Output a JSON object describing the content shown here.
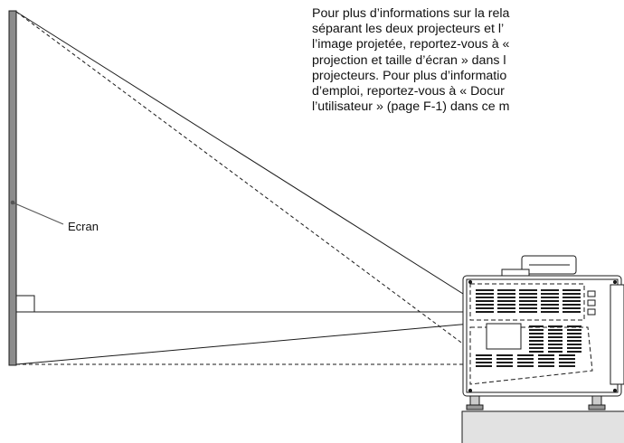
{
  "screen_label": "Ecran",
  "caption_lines": [
    "Pour plus d’informations sur la rela",
    "séparant les deux projecteurs et l’",
    "l’image projetée, reportez-vous à «",
    "projection et taille d’écran » dans l",
    "projecteurs. Pour plus d’informatio",
    "d’emploi, reportez-vous à « Docur",
    "l’utilisateur » (page F-1) dans ce m"
  ],
  "colors": {
    "screen_fill": "#8c8c8c",
    "line": "#1a1a1a",
    "table_fill": "#e2e2e2"
  }
}
